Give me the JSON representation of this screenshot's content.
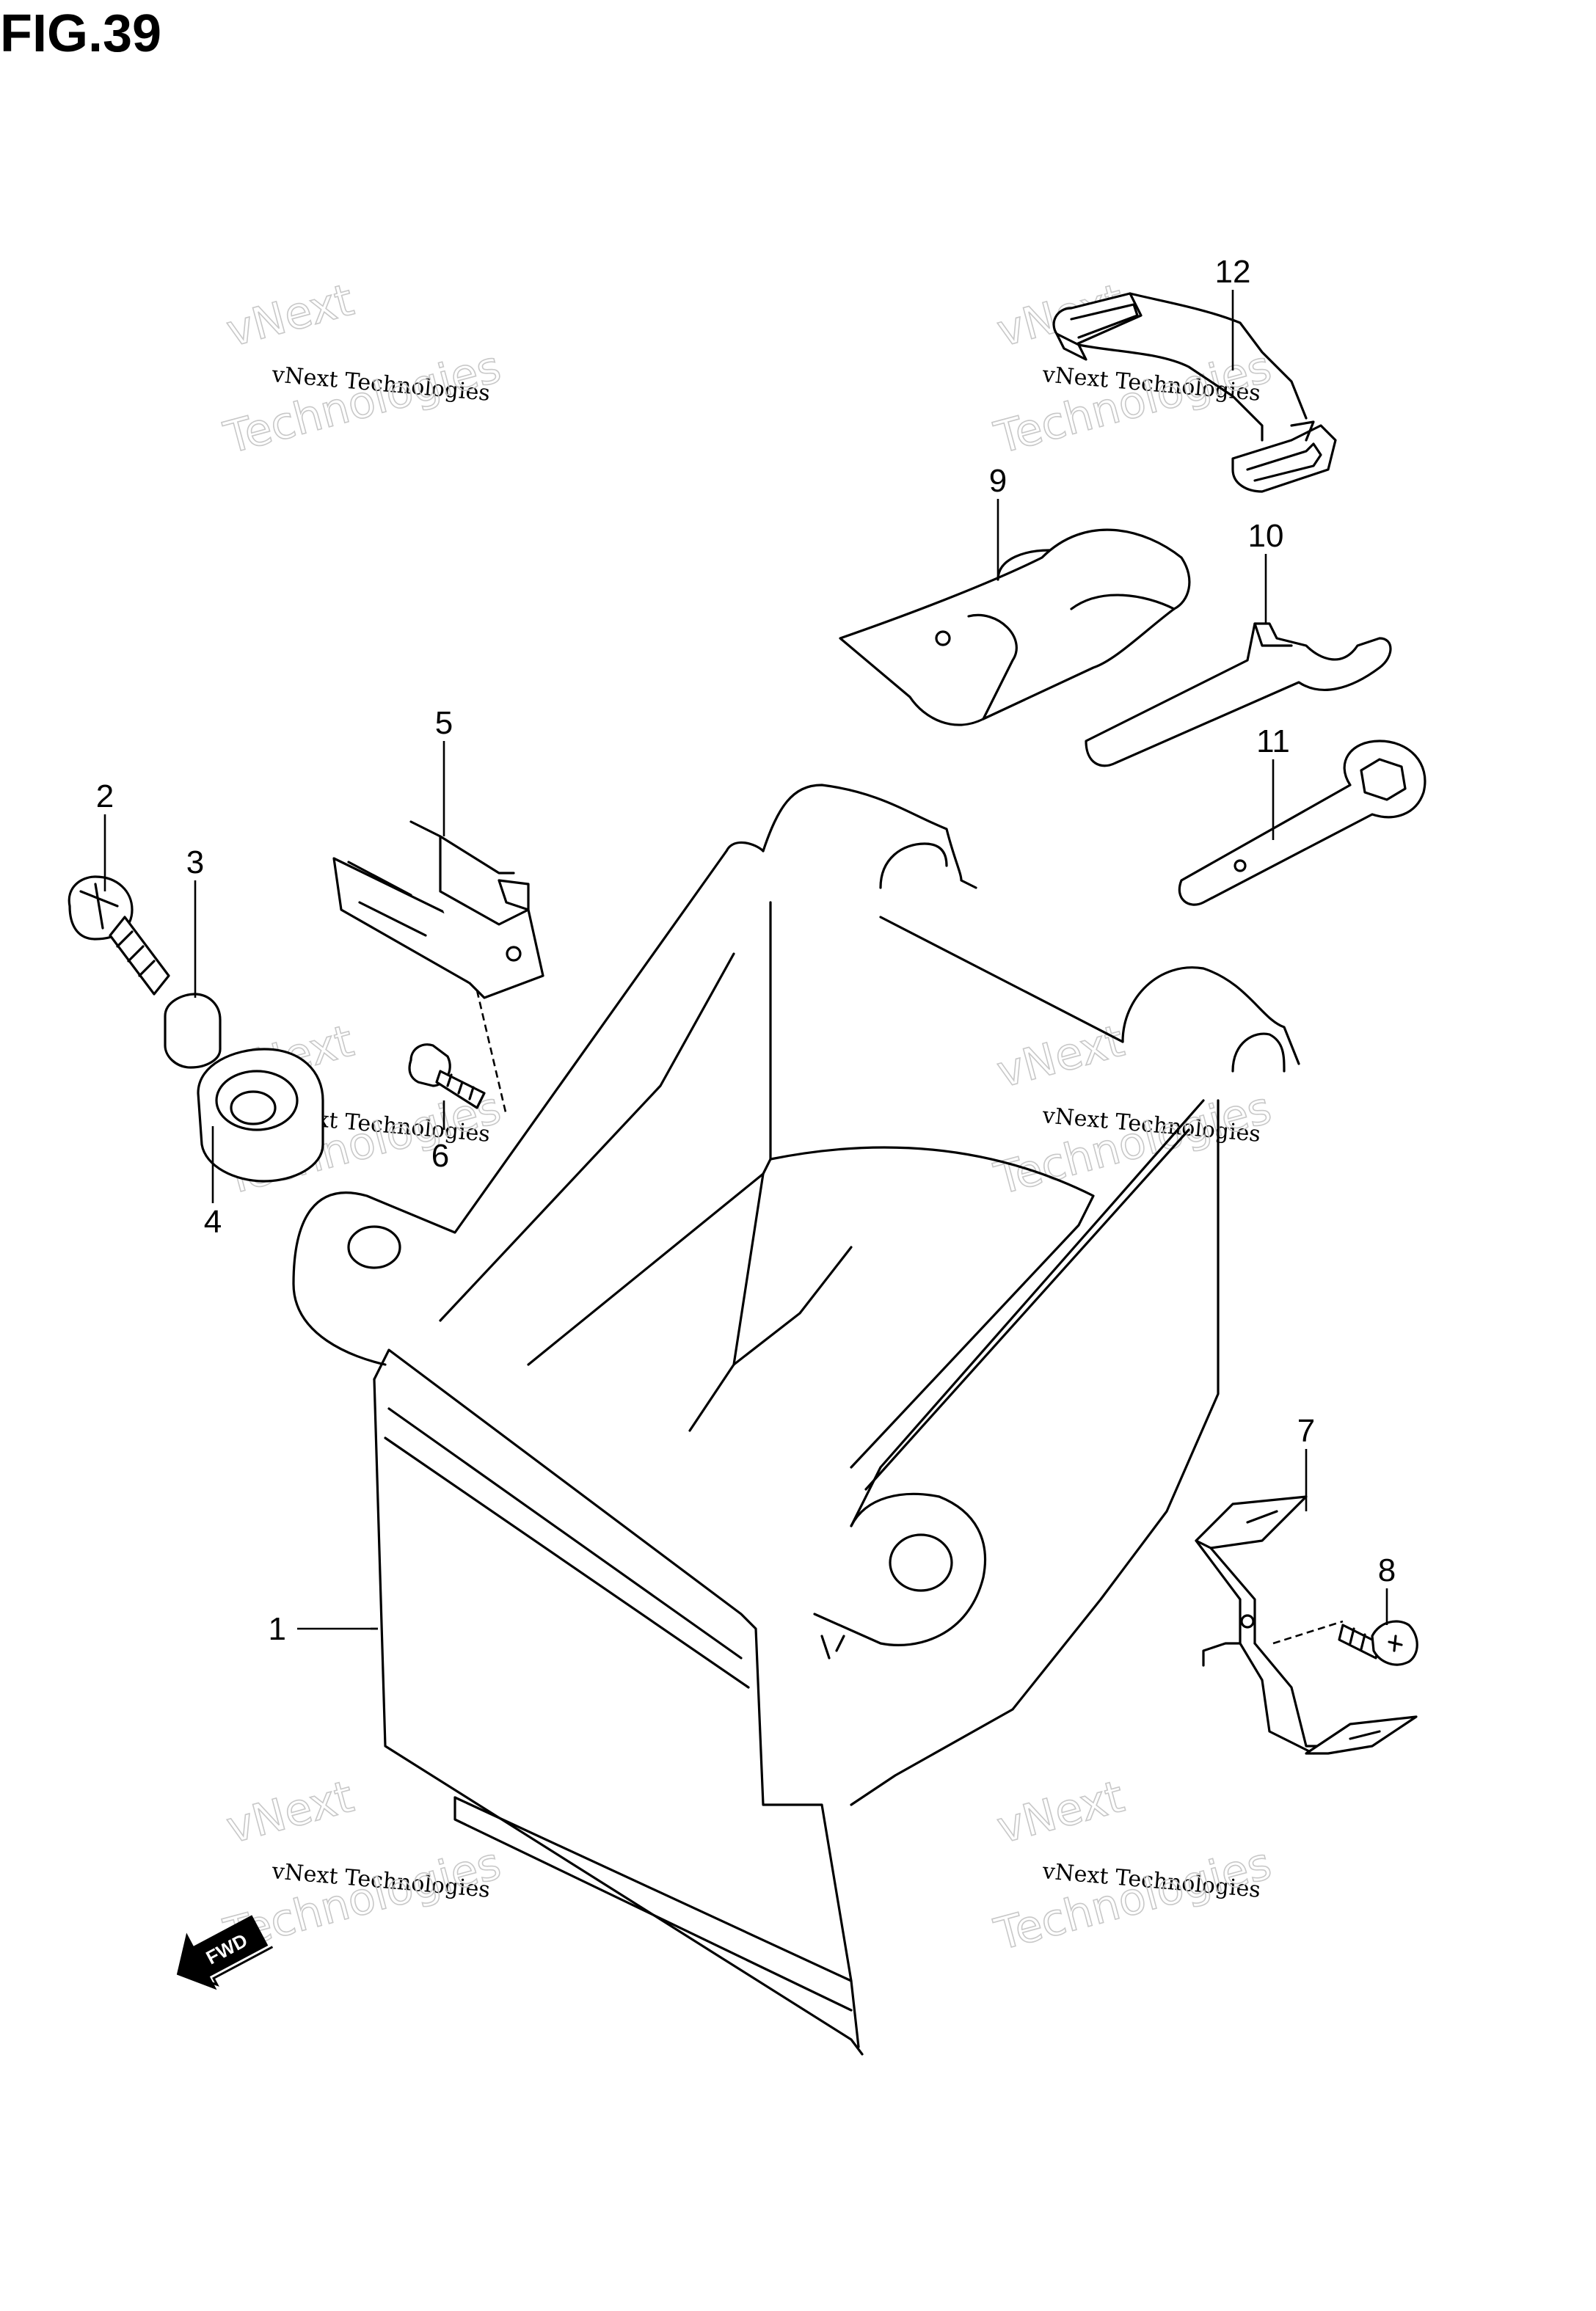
{
  "figure": {
    "title": "FIG.39",
    "fwd_label": "FWD"
  },
  "callouts": [
    {
      "id": "1",
      "text": "1"
    },
    {
      "id": "2",
      "text": "2"
    },
    {
      "id": "3",
      "text": "3"
    },
    {
      "id": "4",
      "text": "4"
    },
    {
      "id": "5",
      "text": "5"
    },
    {
      "id": "6",
      "text": "6"
    },
    {
      "id": "7",
      "text": "7"
    },
    {
      "id": "8",
      "text": "8"
    },
    {
      "id": "9",
      "text": "9"
    },
    {
      "id": "10",
      "text": "10"
    },
    {
      "id": "11",
      "text": "11"
    },
    {
      "id": "12",
      "text": "12"
    }
  ],
  "watermark": {
    "line1": "vNext",
    "line2": "vNext Technologies",
    "line3": "Technologies"
  },
  "colors": {
    "line": "#000000",
    "background": "#ffffff",
    "watermark": "#c8c8c8"
  }
}
